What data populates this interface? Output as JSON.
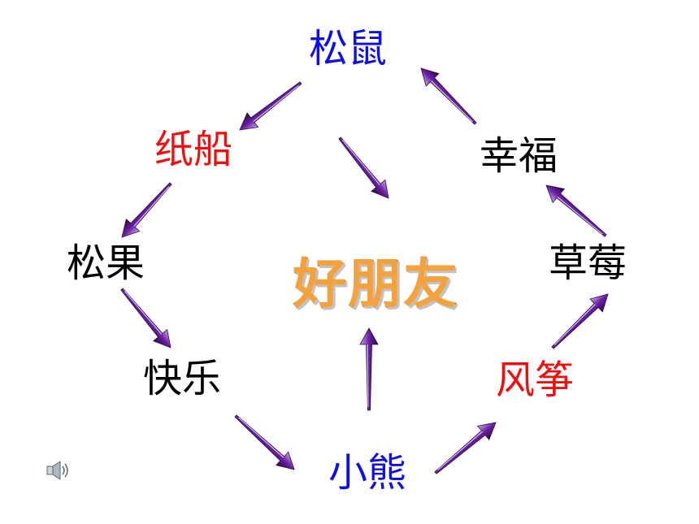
{
  "center": {
    "label": "好朋友"
  },
  "nodes": {
    "squirrel": "松鼠",
    "paper_boat": "纸船",
    "pine_cone": "松果",
    "happy": "快乐",
    "little_bear": "小熊",
    "kite": "风筝",
    "strawberry": "草莓",
    "happiness": "幸福"
  },
  "colors": {
    "blue_text": "#1010e0",
    "red_text": "#ee1010",
    "black_text": "#000000",
    "center_text": "#f3a23d",
    "arrow": "#7a2fa8"
  },
  "icons": {
    "audio": "speaker-icon"
  }
}
